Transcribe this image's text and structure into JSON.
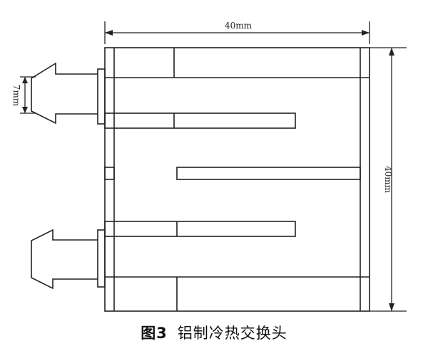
{
  "dimensions": {
    "top_width": "40mm",
    "right_height": "40mm",
    "inlet_height": "7mm"
  },
  "caption": {
    "figure_number": "图3",
    "title": "铝制冷热交换头"
  }
}
